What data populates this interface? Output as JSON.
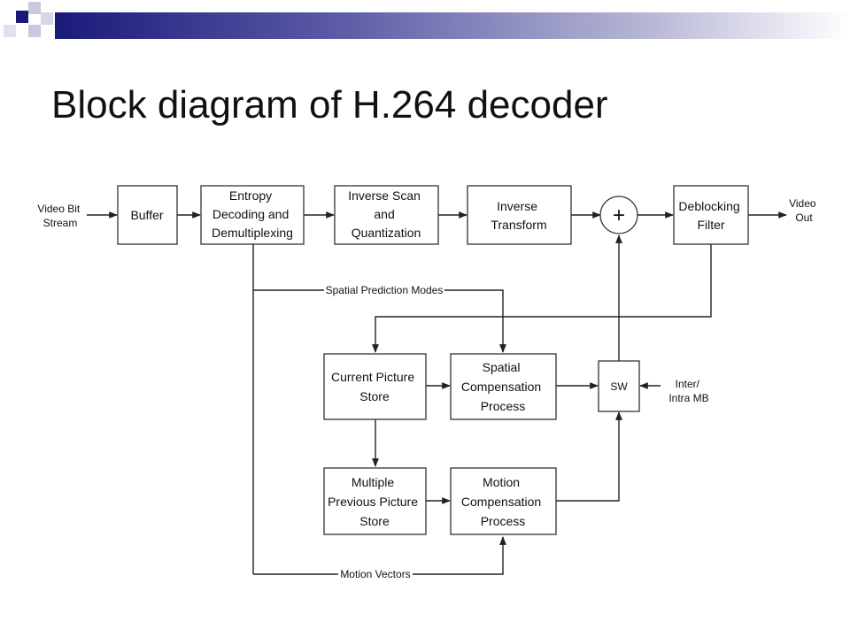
{
  "slide": {
    "title": "Block diagram of H.264 decoder"
  },
  "diagram": {
    "inputs": {
      "video_bit_stream": [
        "Video Bit",
        "Stream"
      ],
      "inter_intra_mb": [
        "Inter/",
        "Intra MB"
      ]
    },
    "outputs": {
      "video_out": [
        "Video",
        "Out"
      ]
    },
    "blocks": {
      "buffer": [
        "Buffer"
      ],
      "entropy": [
        "Entropy",
        "Decoding and",
        "Demultiplexing"
      ],
      "inverse_scan": [
        "Inverse Scan",
        "and",
        "Quantization"
      ],
      "inverse_transform": [
        "Inverse",
        "Transform"
      ],
      "adder": "+",
      "deblocking": [
        "Deblocking",
        "Filter"
      ],
      "current_picture": [
        "Current Picture",
        "Store"
      ],
      "spatial_comp": [
        "Spatial",
        "Compensation",
        "Process"
      ],
      "sw": "SW",
      "multiple_previous": [
        "Multiple",
        "Previous Picture",
        "Store"
      ],
      "motion_comp": [
        "Motion",
        "Compensation",
        "Process"
      ]
    },
    "edge_labels": {
      "spatial_prediction_modes": "Spatial Prediction Modes",
      "motion_vectors": "Motion Vectors"
    }
  }
}
